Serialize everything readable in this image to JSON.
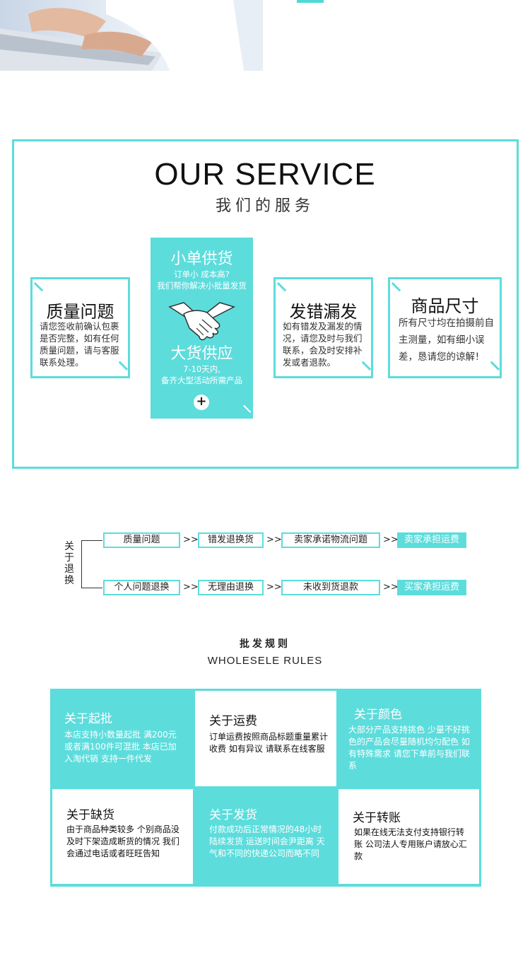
{
  "colors": {
    "accent": "#5ddcdc",
    "text": "#222222"
  },
  "service": {
    "title": "OUR  SERVICE",
    "subtitle": "我们的服务",
    "cards": [
      {
        "title": "质量问题",
        "body": "请您签收前确认包裹是否完整，如有任何质量问题，请与客服联系处理。"
      },
      {
        "title": "发错漏发",
        "body": "如有错发及漏发的情况，请您及时与我们联系，会及时安排补发或者退款。"
      },
      {
        "title": "商品尺寸",
        "body": "所有尺寸均在拍摄前自主测量，如有细小误差，恳请您的谅解！"
      }
    ],
    "center": {
      "title1": "小单供货",
      "line1": "订单小 成本高?",
      "line2": "我们帮你解决小批量发货",
      "title2": "大货供应",
      "line3": "7-10天内,",
      "line4": "备齐大型活动所需产品",
      "plus": "+",
      "icon": "handshake-icon"
    }
  },
  "returns": {
    "label": "关于退换",
    "arrow": ">>",
    "row1": [
      "质量问题",
      "错发退换货",
      "卖家承诺物流问题",
      "卖家承担运费"
    ],
    "row2": [
      "个人问题退换",
      "无理由退换",
      "未收到货退款",
      "买家承担运费"
    ]
  },
  "wholesale": {
    "title": "批发规则",
    "subtitle": "WHOLESELE RULES",
    "cells": [
      {
        "title": "关于起批",
        "body": "本店支持小数量起批 满200元或者满100件可混批 本店已加入淘代销 支持一件代发"
      },
      {
        "title": "关于运费",
        "body": "订单运费按照商品标题重量累计收费 如有异议 请联系在线客服"
      },
      {
        "title": "关于颜色",
        "body": "大部分产品支持挑色 少量不好挑色的产品会尽量随机均匀配色 如有特殊需求 请您下单前与我们联系"
      },
      {
        "title": "关于缺货",
        "body": "由于商品种类较多 个别商品没及时下架造成断货的情况 我们会通过电话或者旺旺告知"
      },
      {
        "title": "关于发货",
        "body": "付款成功后正常情况的48小时陆续发货 运送时间会尹距离 天气和不同的快递公司而略不同"
      },
      {
        "title": "关于转账",
        "body": "如果在线无法支付支持银行转账 公司法人专用账户请放心汇款"
      }
    ]
  }
}
